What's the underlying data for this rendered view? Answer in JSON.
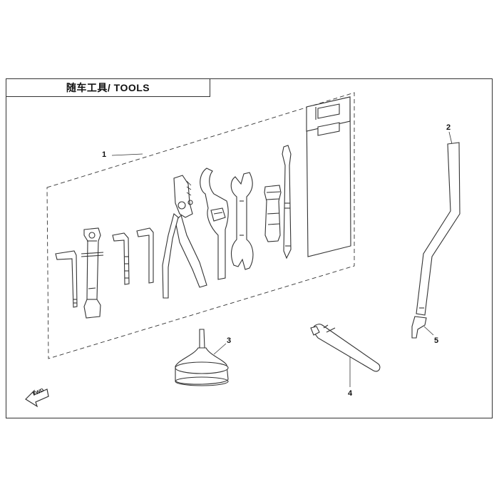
{
  "title": "随车工具/ TOOLS",
  "callouts": [
    "1",
    "2",
    "3",
    "4",
    "5"
  ],
  "arrow_label": "FWD",
  "colors": {
    "line": "#333333",
    "fill": "#ffffff",
    "light": "#e6e6e6"
  },
  "icons": [
    "hex-key-icon",
    "box-wrench-icon",
    "pliers-icon",
    "hook-spanner-icon",
    "open-wrench-icon",
    "screwdriver-handle-icon",
    "screwdriver-icon",
    "tool-bag-icon",
    "funnel-icon",
    "tire-gauge-icon",
    "extension-tube-icon",
    "valve-nozzle-icon",
    "forward-arrow-icon"
  ]
}
